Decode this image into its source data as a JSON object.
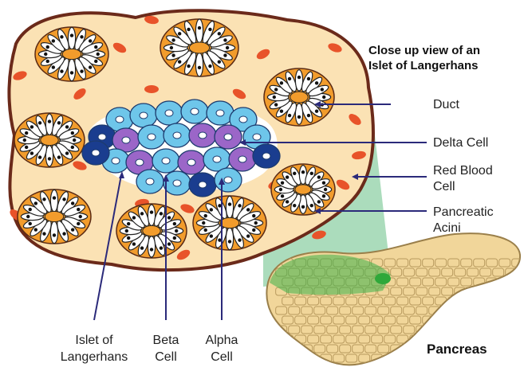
{
  "title": {
    "line1": "Close up view of an",
    "line2": "Islet of Langerhans"
  },
  "labels": {
    "duct": "Duct",
    "delta_cell": "Delta Cell",
    "red_blood_cell_1": "Red Blood",
    "red_blood_cell_2": "Cell",
    "pancreatic_acini_1": "Pancreatic",
    "pancreatic_acini_2": "Acini",
    "islet_1": "Islet of",
    "islet_2": "Langerhans",
    "beta_1": "Beta",
    "beta_2": "Cell",
    "alpha_1": "Alpha",
    "alpha_2": "Cell",
    "pancreas": "Pancreas"
  },
  "colors": {
    "tissue_fill": "#fbe2b4",
    "tissue_outline": "#6b2a1a",
    "acinus_ring": "#f29c2c",
    "acinus_cell": "#ffffff",
    "nucleus": "#111111",
    "red_blood_cell": "#e8532a",
    "beta_cell": "#6ec6ea",
    "alpha_cell": "#1a3d8f",
    "delta_cell": "#9b66c8",
    "pointer_line": "#2b2a7a",
    "projection_green": "#8fd0a6",
    "pancreas_fill": "#f1d69a",
    "pancreas_outline": "#9a7f4a",
    "highlight_green": "#3db24a"
  }
}
